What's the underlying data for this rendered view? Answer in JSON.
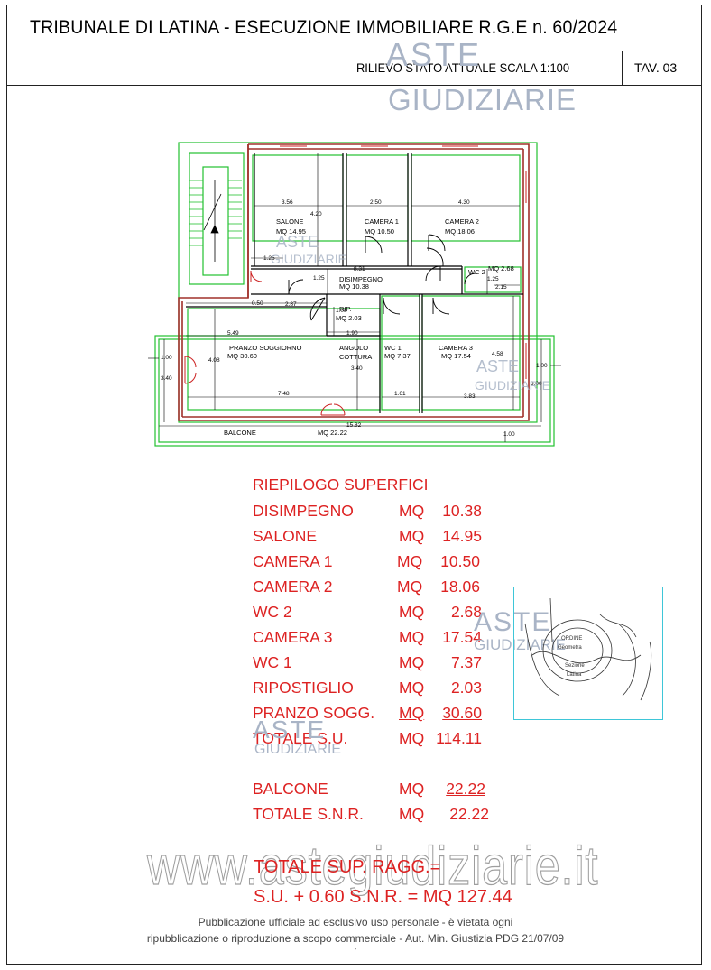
{
  "header": {
    "title": "TRIBUNALE DI LATINA - ESECUZIONE IMMOBILIARE R.G.E n. 60/2024",
    "subtitle": "RILIEVO STATO ATTUALE  SCALA 1:100",
    "tav": "TAV. 03"
  },
  "watermark": {
    "aste": "ASTE",
    "giudiziarie": "GIUDIZIARIE",
    "site": "www.astegiudiziarie.it"
  },
  "plan": {
    "rooms": {
      "salone": {
        "name": "SALONE",
        "area": "MQ 14.95"
      },
      "camera1": {
        "name": "CAMERA 1",
        "area": "MQ 10.50"
      },
      "camera2": {
        "name": "CAMERA 2",
        "area": "MQ 18.06"
      },
      "disimpegno": {
        "name": "DISIMPEGNO",
        "area": "MQ 10.38"
      },
      "wc2": {
        "name": "WC 2",
        "area": "MQ 2.68"
      },
      "rip": {
        "name": "RIP.",
        "area": "MQ 2.03"
      },
      "pranzo": {
        "name": "PRANZO SOGGIORNO",
        "area": "MQ 30.60"
      },
      "angolo1": "ANGOLO",
      "angolo2": "COTTURA",
      "wc1": {
        "name": "WC 1",
        "area": "MQ 7.37"
      },
      "camera3": {
        "name": "CAMERA 3",
        "area": "MQ 17.54"
      },
      "balcone": {
        "name": "BALCONE",
        "area": "MQ 22.22"
      }
    },
    "dims": {
      "d356": "3.56",
      "d420": "4.20",
      "d250": "2.50",
      "d430": "4.30",
      "d125a": "1.25",
      "d831": "8.31",
      "d125b": "1.25",
      "d125c": "1.25",
      "d215": "2.15",
      "d050": "0.50",
      "d287": "2.87",
      "d108": "1.08",
      "d549": "5.49",
      "d190": "1.90",
      "d408": "4.08",
      "d340a": "3.40",
      "d458": "4.58",
      "d100a": "1.00",
      "d340b": "3.40",
      "d100b": "1.00",
      "d300": "3.00",
      "d748": "7.48",
      "d161": "1.61",
      "d383": "3.83",
      "d1582": "15.82",
      "d100c": "1.00"
    }
  },
  "summary": {
    "heading": "RIEPILOGO SUPERFICI",
    "rows": [
      {
        "label": "DISIMPEGNO",
        "unit": "MQ",
        "value": "10.38"
      },
      {
        "label": "SALONE",
        "unit": "MQ",
        "value": "14.95"
      },
      {
        "label": "CAMERA 1",
        "unit": "MQ",
        "value": "10.50"
      },
      {
        "label": "CAMERA 2",
        "unit": "MQ",
        "value": "18.06"
      },
      {
        "label": "WC 2",
        "unit": "MQ",
        "value": "2.68"
      },
      {
        "label": "CAMERA 3",
        "unit": "MQ",
        "value": "17.54"
      },
      {
        "label": "WC 1",
        "unit": "MQ",
        "value": "7.37"
      },
      {
        "label": "RIPOSTIGLIO",
        "unit": "MQ",
        "value": "2.03"
      },
      {
        "label": "PRANZO SOGG.",
        "unit": "MQ",
        "value": "30.60"
      },
      {
        "label": "TOTALE S.U.",
        "unit": "MQ",
        "value": "114.11"
      }
    ],
    "balcone": {
      "label": "BALCONE",
      "unit": "MQ",
      "value": "22.22"
    },
    "totale_snr": {
      "label": "TOTALE S.N.R.",
      "unit": "MQ",
      "value": "22.22"
    },
    "totale_line1": "TOTALE SUP. RAGG.=",
    "totale_line2": "S.U. + 0.60 S.N.R. = MQ 127.44"
  },
  "stamp": {
    "line1": "ORDINE",
    "line2": "Geometra",
    "line3": "Sezione",
    "line4": "Latina"
  },
  "footer": {
    "line1": "Pubblicazione ufficiale ad esclusivo uso personale - è vietata ogni",
    "line2": "ripubblicazione o riproduzione a scopo commerciale - Aut. Min. Giustizia PDG 21/07/09",
    "line3": "-"
  },
  "colors": {
    "wall": "#a0302a",
    "green": "#22c030",
    "dim": "#000000",
    "red_text": "#dd2222",
    "watermark": "#a9b4c6"
  }
}
